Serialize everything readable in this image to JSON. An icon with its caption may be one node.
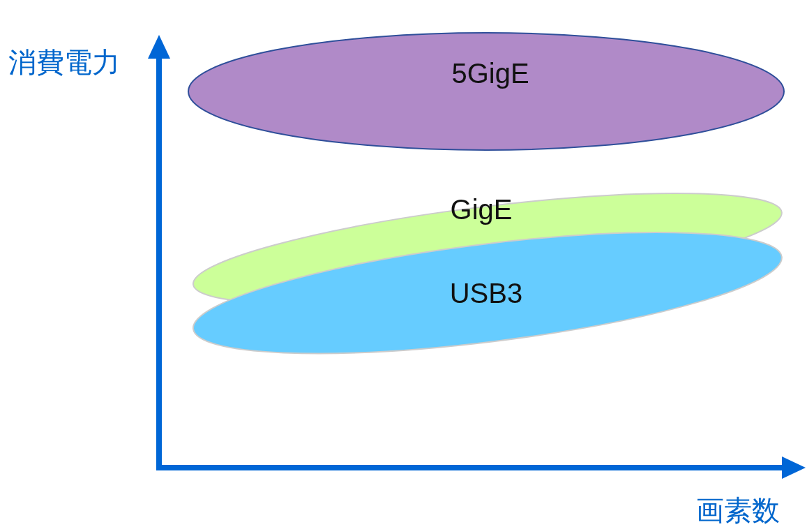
{
  "diagram": {
    "nodes": [
      {
        "text": [
          "5GigE"
        ]
      },
      {
        "text": [
          "GigE"
        ]
      },
      {
        "text": [
          "USB3"
        ]
      }
    ],
    "labels": [
      "消費電力",
      "画素数"
    ]
  }
}
